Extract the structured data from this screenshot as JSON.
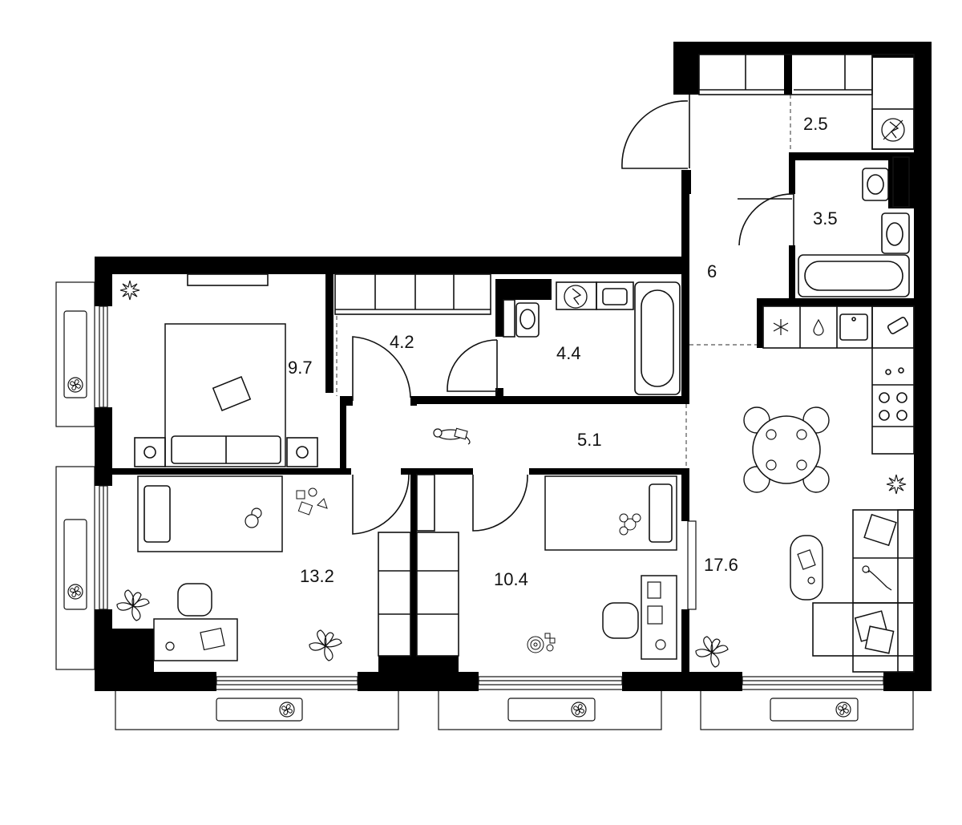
{
  "rooms": {
    "storage": "2.5",
    "bathroom_small": "3.5",
    "hall": "6",
    "bedroom": "9.7",
    "wardrobe": "4.2",
    "bathroom": "4.4",
    "corridor": "5.1",
    "room_left": "13.2",
    "room_middle": "10.4",
    "kitchen_living": "17.6"
  },
  "icons": {
    "balcony": "fan-icon",
    "plants": "plant-icon",
    "meter": "electric-meter-icon",
    "fridge": "snowflake-icon",
    "water": "drop-icon"
  },
  "colors": {
    "wall": "#000000",
    "line": "#111111",
    "background": "#ffffff"
  }
}
